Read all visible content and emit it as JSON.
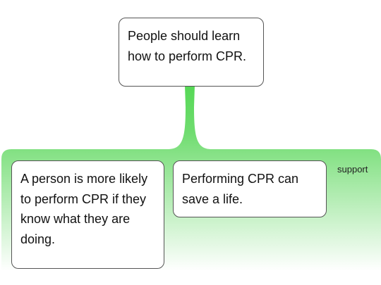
{
  "claim": {
    "text": "People should learn how to perform CPR."
  },
  "support_group": {
    "label": "support",
    "gradient_top_color": "#55d855",
    "gradient_bottom_color": "#ffffff",
    "premises": [
      {
        "text": "A person is more likely to perform CPR if they know what they are doing."
      },
      {
        "text": "Performing CPR can save a life."
      }
    ]
  }
}
